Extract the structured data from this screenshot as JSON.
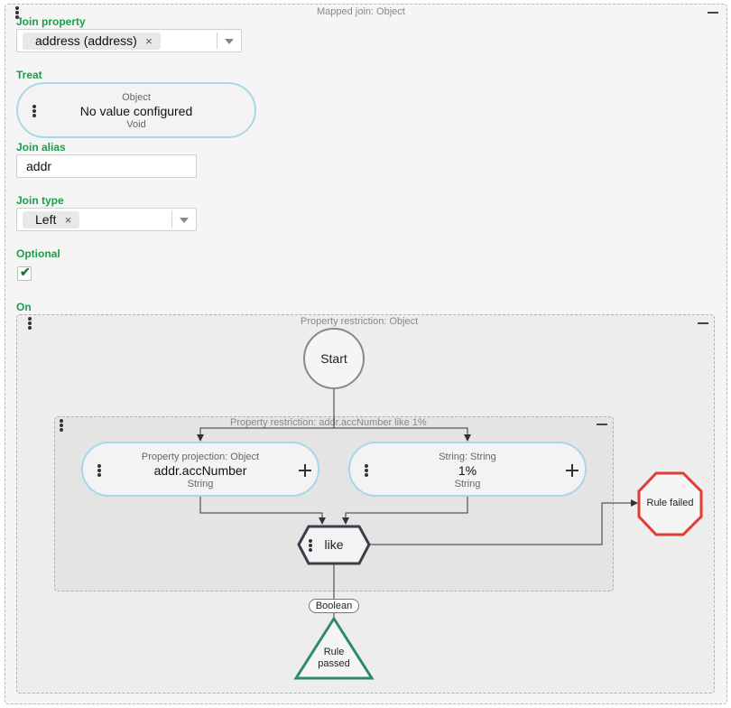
{
  "mapped_join": {
    "title": "Mapped join: Object",
    "join_property": {
      "label": "Join property",
      "value": "address (address)"
    },
    "treat": {
      "label": "Treat",
      "type": "Object",
      "value": "No value configured",
      "subtype": "Void"
    },
    "join_alias": {
      "label": "Join alias",
      "value": "addr"
    },
    "join_type": {
      "label": "Join type",
      "value": "Left"
    },
    "optional": {
      "label": "Optional",
      "checked": true
    },
    "on_label": "On"
  },
  "restriction": {
    "title": "Property restriction: Object",
    "start": "Start",
    "inner": {
      "title": "Property restriction: addr.accNumber like 1%",
      "left": {
        "type": "Property projection: Object",
        "value": "addr.accNumber",
        "subtype": "String"
      },
      "right": {
        "type": "String: String",
        "value": "1%",
        "subtype": "String"
      },
      "operator": "like"
    },
    "boolean_label": "Boolean",
    "rule_failed": "Rule failed",
    "rule_passed_line1": "Rule",
    "rule_passed_line2": "passed"
  },
  "icons": {
    "remove": "×",
    "kebab": "kebab-menu-icon",
    "collapse": "minus-icon",
    "add": "plus-icon",
    "dropdown": "caret-down-icon",
    "check": "✔"
  },
  "colors": {
    "label_green": "#1a9e4a",
    "pill_border": "#a8d8e8",
    "failed_red": "#e03c31",
    "passed_green": "#2e8b6a",
    "operator_dark": "#37404a"
  }
}
